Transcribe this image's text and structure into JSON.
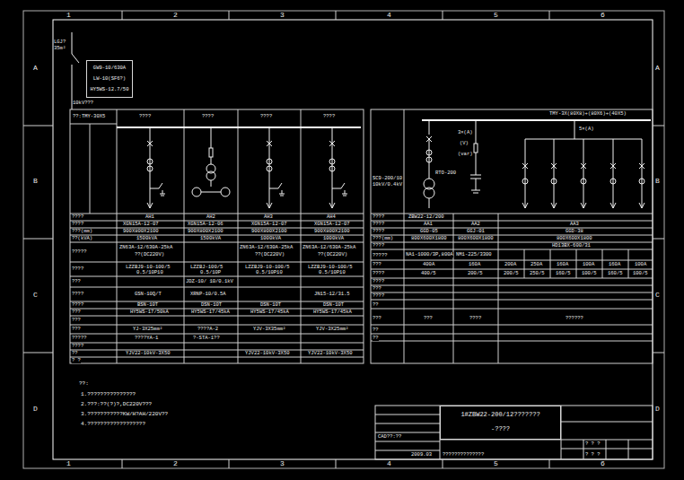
{
  "diagram": {
    "nodes": [
      {
        "text": [
          "1#ZBW22-200/12???????",
          "-????"
        ]
      },
      {
        "text": [
          "GW9-10/630A",
          "LW-10(SF6?)",
          "HY5WS-12.7/50"
        ]
      }
    ],
    "labels": [
      "1",
      "2",
      "3",
      "4",
      "5",
      "6",
      "1",
      "2",
      "3",
      "4",
      "5",
      "6",
      "A",
      "B",
      "C",
      "D",
      "A",
      "B",
      "C",
      "D",
      "LGJ?",
      "35m²",
      "10kV???",
      "??:TMY-30X5",
      "????",
      "????",
      "????",
      "????",
      "????",
      "????",
      "???(mm)",
      "??(kVA)",
      "?????",
      "????",
      "???",
      "????",
      "????",
      "???",
      "???",
      "???",
      "?????",
      "????",
      "??",
      "? ?",
      "AH1",
      "XGN15A-12-07",
      "900X800X2100",
      "1500kVA",
      "ZN63A-12/630A-25kA",
      "??(DC220V)",
      "LZZBJ9-10-100/5",
      "0.5/10P10",
      "GSN-10Q/T",
      "BSN-10T",
      "HY5WS-17/50kA",
      "YJ-3X25mm²",
      "????YA-1",
      "YJV22-10kV-3X50",
      "AH2",
      "XGN15A-12-06",
      "900X800X2100",
      "1500kVA",
      "LZZBJ-100/5",
      "0.5/10P",
      "JDZ-10/ 10/0.1kV",
      "XRNP-10/0.5A",
      "DSN-10T",
      "HY5WS-17/45kA",
      "????A-2",
      "?-STA-1??",
      "AH3",
      "XGN15A-12-07",
      "900X800X2100",
      "1000kVA",
      "ZN63A-12/630A-25kA",
      "??(DC220V)",
      "LZZBJ9-10-100/5",
      "0.5/10P10",
      "DSN-10T",
      "HY5WS-17/45kA",
      "YJV-3X35mm²",
      "YJV22-10kV-3X50",
      "AH4",
      "XGN15A-12-07",
      "900X800X2100",
      "1000kVA",
      "ZN63A-12/630A-25kA",
      "??(DC220V)",
      "LZZBJ9-10-100/5",
      "0.5/10P10",
      "JN15-12/31.5",
      "DSN-10T",
      "HY5WS-17/45kA",
      "YJV-3X25mm²",
      "YJV22-10kV-3X50",
      "????",
      "????",
      "????",
      "???(mm)",
      "????",
      "?????",
      "???",
      "????",
      "????",
      "???",
      "????",
      "??",
      "???",
      "??",
      "??",
      "ZBW22-12/200",
      "AA1",
      "AA2",
      "AA3",
      "GGD-05",
      "GGJ-01",
      "GGD-38",
      "800X600X1800",
      "800X600X1800",
      "800X600X1800",
      "HD13BX-600/31",
      "NA1-1000/3P,800A",
      "NM1-225/3300",
      "400A",
      "160A",
      "200A",
      "250A",
      "160A",
      "100A",
      "160A",
      "100A",
      "400/5",
      "200/5",
      "200/5",
      "250/5",
      "160/5",
      "100/5",
      "160/5",
      "100/5",
      "???",
      "????",
      "??????",
      "TMY-3X(80X8)+(80X6)+(40X5)",
      "5×(A)",
      "SC9-200/10",
      "10kV/0.4kV",
      "RTO-200",
      "3×(A)",
      "(V)",
      "(var)",
      "CAD??:??",
      "2009.03",
      "??????????????",
      "? ? ?",
      "? ? ?",
      "??:",
      "1.???????????????",
      "2.???:??(?)?,DC220V???",
      "3.???????????KW/H?AH/220V??",
      "4.??????????????????"
    ]
  }
}
